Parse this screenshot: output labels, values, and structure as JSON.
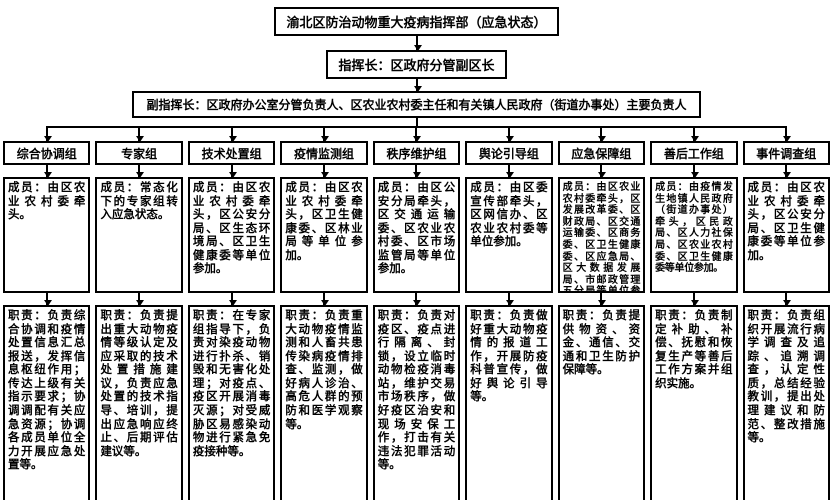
{
  "diagram": {
    "colors": {
      "border": "#000000",
      "background": "#ffffff",
      "text": "#000000"
    },
    "root": "渝北区防治动物重大疫病指挥部（应急状态）",
    "commander": "指挥长：区政府分管副区长",
    "deputy": "副指挥长：区政府办公室分管负责人、区农业农村委主任和有关镇人民政府（街道办事处）主要负责人",
    "groups": [
      {
        "name": "综合协调组",
        "members": "成员：由区农业农村委牵头。",
        "duties": "职责：负责综合协调和疫情处置信息汇总报送，发挥信息枢纽作用；传达上级有关指示要求；协调调配有关应急资源；协调各成员单位全力开展应急处置等。"
      },
      {
        "name": "专家组",
        "members": "成员：常态化下的专家组转入应急状态。",
        "duties": "职责：负责提出重大动物疫情等级认定及应采取的技术处置措施建议，负责应急处置的技术指导、培训，提出应急响应终止、后期评估建议等。"
      },
      {
        "name": "技术处置组",
        "members": "成员：由区农业农村委牵头，区公安分局、区生态环境局、区卫生健康委等单位参加。",
        "duties": "职责：在专家组指导下，负责对染疫动物进行扑杀、销毁和无害化处理；对疫点、疫区开展消毒灭源；对受威胁区易感染动物进行紧急免疫接种等。"
      },
      {
        "name": "疫情监测组",
        "members": "成员：由区农业农村委牵头，区卫生健康委、区林业局等单位参加。",
        "duties": "职责：负责重大动物疫情监测和人畜共患传染病疫情排查、监测，做好病人诊治、高危人群的预防和医学观察等。"
      },
      {
        "name": "秩序维护组",
        "members": "成员：由区公安分局牵头，区交通运输委、区农业农村委、区市场监管局等单位参加。",
        "duties": "职责：负责对疫区、疫点进行隔离、封锁，设立临时动物检疫消毒站，维护交易市场秩序，做好疫区治安和现场安保工作，打击有关违法犯罪活动等。"
      },
      {
        "name": "舆论引导组",
        "members": "成员：由区委宣传部牵头，区网信办、区农业农村委等单位参加。",
        "duties": "职责：负责做好重大动物疫情的报道工作，开展防疫科普宣传，做好舆论引导等。"
      },
      {
        "name": "应急保障组",
        "members": "成员：由区农业农村委牵头，区发展改革委、区财政局、区交通运输委、区商务委、区卫生健康委、区应急局、区大数据发展局、市邮政管理五分局等单位参加",
        "duties": "职责：负责提供物资、资金、通信、交通和卫生防护保障等。"
      },
      {
        "name": "善后工作组",
        "members": "成员：由疫情发生地镇人民政府（街道办事处）牵头，区民政局、区人力社保局、区农业农村委、区卫生健康委等单位参加。",
        "duties": "职责：负责制定补助、补偿、抚慰和恢复生产等善后工作方案并组织实施。"
      },
      {
        "name": "事件调查组",
        "members": "成员：由区农业农村委牵头，区公安分局、区卫生健康委等单位参加。",
        "duties": "职责：负责组织开展流行病学调查及追踪、追溯调查，认定性质，总结经验教训，提出处理建议和防范、整改措施等。"
      }
    ]
  }
}
